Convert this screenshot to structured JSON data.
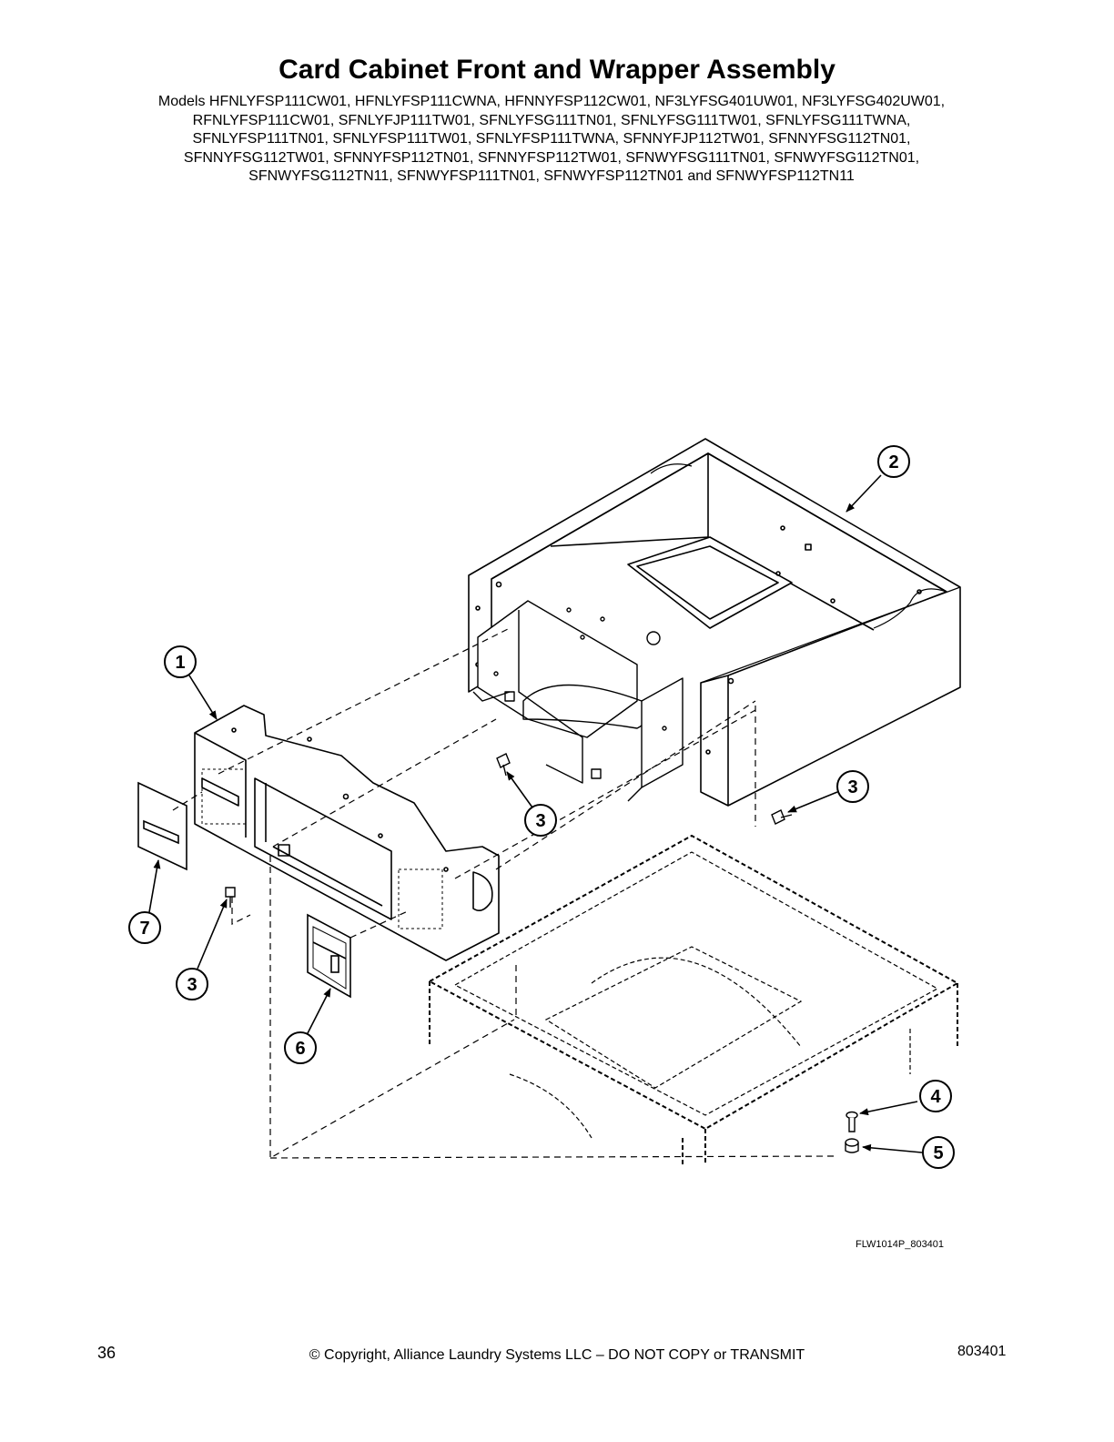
{
  "title": "Card Cabinet Front and Wrapper Assembly",
  "models_lines": [
    "Models HFNLYFSP111CW01, HFNLYFSP111CWNA, HFNNYFSP112CW01, NF3LYFSG401UW01, NF3LYFSG402UW01,",
    "RFNLYFSP111CW01, SFNLYFJP111TW01, SFNLYFSG111TN01, SFNLYFSG111TW01, SFNLYFSG111TWNA,",
    "SFNLYFSP111TN01, SFNLYFSP111TW01, SFNLYFSP111TWNA, SFNNYFJP112TW01, SFNNYFSG112TN01,",
    "SFNNYFSG112TW01, SFNNYFSP112TN01, SFNNYFSP112TW01, SFNWYFSG111TN01, SFNWYFSG112TN01,",
    "SFNWYFSG112TN11, SFNWYFSP111TN01, SFNWYFSP112TN01 and SFNWYFSP112TN11"
  ],
  "callouts": {
    "c1": "1",
    "c2": "2",
    "c3a": "3",
    "c3b": "3",
    "c3c": "3",
    "c4": "4",
    "c5": "5",
    "c6": "6",
    "c7": "7"
  },
  "figure_code": "FLW1014P_803401",
  "footer": {
    "page_number": "36",
    "copyright": "© Copyright, Alliance Laundry Systems LLC – DO NOT COPY or TRANSMIT",
    "doc_number": "803401"
  }
}
